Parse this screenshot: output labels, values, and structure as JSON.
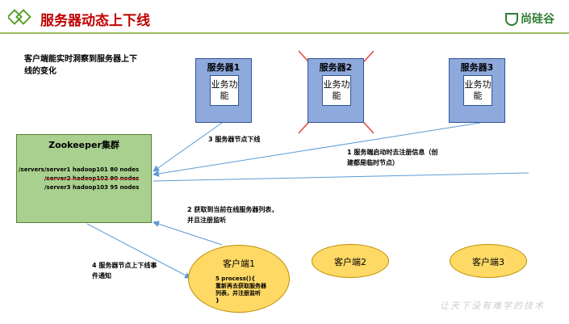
{
  "header": {
    "title": "服务器动态上下线",
    "brand": "尚硅谷"
  },
  "description": "客户端能实时洞察到服务器上下线的变化",
  "servers": [
    {
      "name": "服务器1",
      "function": "业务功能",
      "offline": false
    },
    {
      "name": "服务器2",
      "function": "业务功能",
      "offline": true
    },
    {
      "name": "服务器3",
      "function": "业务功能",
      "offline": false
    }
  ],
  "zookeeper": {
    "title": "Zookeeper集群",
    "nodes": [
      "/servers/server1  hadoop101  80 nodes",
      "/server2  hadoop102  90 nodes",
      "/server3  hadoop103  95 nodes"
    ]
  },
  "steps": {
    "step1": "1  服务端启动时去注册信息（创建都是临时节点）",
    "step2": "2  获取到当前在线服务器列表，并且注册监听",
    "step3": "3  服务器节点下线",
    "step4": "4  服务器节点上下线事件通知"
  },
  "clients": [
    {
      "name": "客户端1",
      "process": "5 process(){\n重新再去获取服务器\n列表，并注册监听\n}"
    },
    {
      "name": "客户端2"
    },
    {
      "name": "客户端3"
    }
  ],
  "slogan": "让天下没有难学的技术",
  "colors": {
    "title": "#c00000",
    "server": "#8ea9db",
    "zookeeper": "#a9d08e",
    "client": "#ffd966",
    "cross": "#e74c3c",
    "arrow": "#5b9bd5"
  }
}
